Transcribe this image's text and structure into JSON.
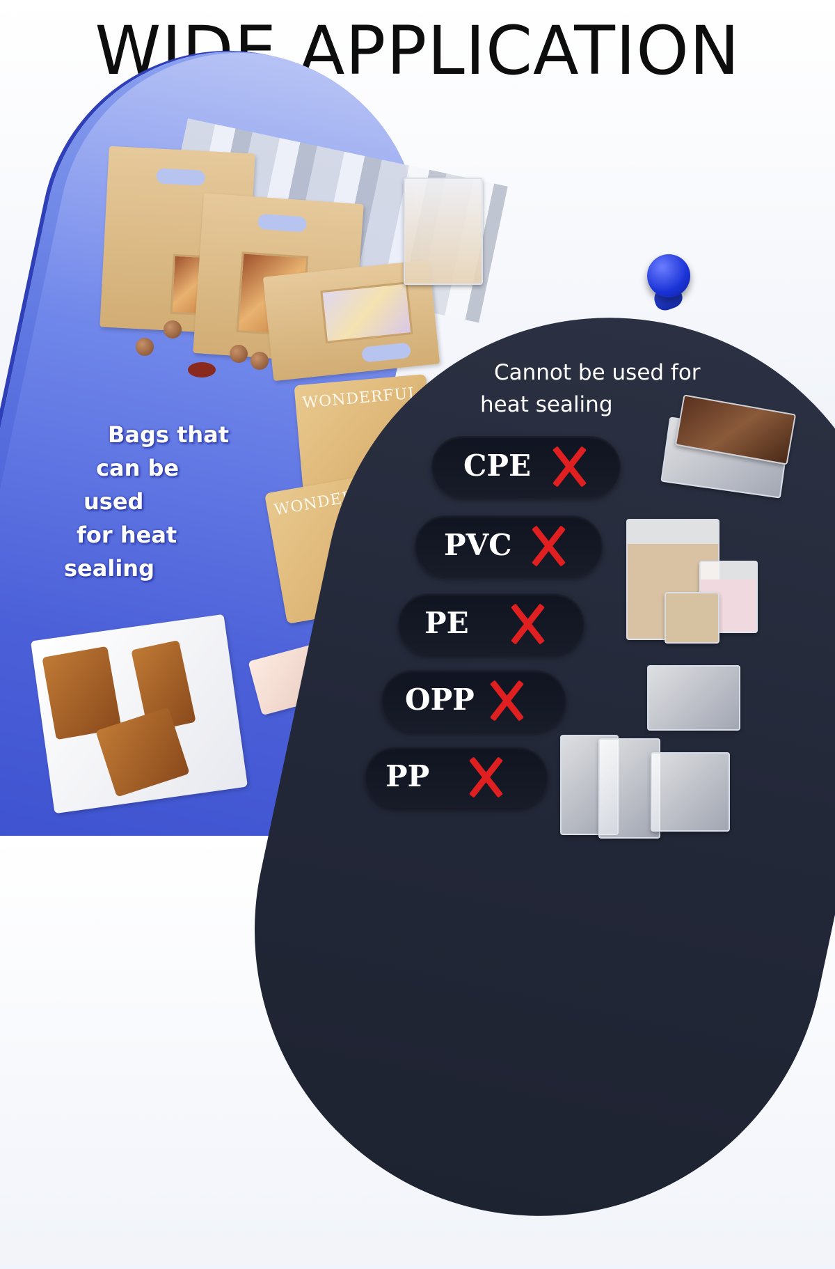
{
  "title": "WIDE APPLICATION",
  "left": {
    "label_lines": [
      "Bags that",
      "can be",
      "used",
      "for heat",
      "sealing"
    ],
    "snack_brand": "WONDERFUL",
    "accent_color": "#4b60d8"
  },
  "right": {
    "heading_lines": [
      "Cannot be used for",
      "heat sealing"
    ],
    "materials": [
      "CPE",
      "PVC",
      "PE",
      "OPP",
      "PP"
    ],
    "mark_icon": "red-x-icon",
    "mark_color": "#e02020",
    "panel_color": "#232839"
  }
}
